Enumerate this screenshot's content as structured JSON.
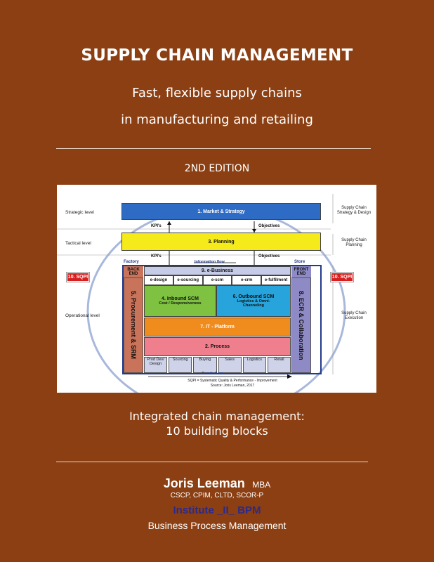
{
  "cover": {
    "title": "SUPPLY CHAIN MANAGEMENT",
    "subtitle_line1": "Fast, flexible supply chains",
    "subtitle_line2": "in manufacturing and retailing",
    "edition": "2ND EDITION",
    "caption_line1": "Integrated chain management:",
    "caption_line2": "10 building blocks",
    "author_name": "Joris Leeman",
    "author_degree": "MBA",
    "certifications": "CSCP, CPIM, CLTD, SCOR-P",
    "institute": "Institute _II_ BPM",
    "institute_sub": "Business Process Management"
  },
  "diagram": {
    "levels": {
      "strategic": "Strategic level",
      "tactical": "Tactical level",
      "operational": "Operational level"
    },
    "right_labels": {
      "strategy": "Supply Chain Strategy & Design",
      "planning": "Supply Chain Planning",
      "execution": "Supply Chain Execution"
    },
    "market_strategy": "1. Market & Strategy",
    "planning": "3. Planning",
    "kpis_top": "KPI's",
    "objectives_top": "Objectives",
    "kpis_mid": "KPI's",
    "objectives_mid": "Objectives",
    "factory": "Factory",
    "store": "Store",
    "info_flow": "Information flow",
    "back_end": "BACK END",
    "front_end": "FRONT END",
    "sqpi_left": "10. SQPI",
    "sqpi_right": "10. SQPI",
    "ebusiness": "9. e-Business",
    "e_items": [
      "e-design",
      "e-sourcing",
      "e-scm",
      "e-crm",
      "e-fulfilment"
    ],
    "procurement": "5. Procurement & SRM",
    "ecr": "8. ECR & Collaboration",
    "inbound_title": "4. Inbound SCM",
    "inbound_sub": "Cost / Responsiveness",
    "outbound_title": "6. Outbound SCM",
    "outbound_sub": "Logistics & Omni-Channeling",
    "it_platform": "7. IT - Platform",
    "process": "2. Process",
    "process_steps": [
      "Prod Dev/ Design",
      "Sourcing",
      "Buying",
      "Sales",
      "Logistics",
      "Retail"
    ],
    "goods_flow": "Goods flow",
    "footnote1": "SQPI = Systematic Quality & Performance - Improvement",
    "footnote2": "Source: Joris Leeman, 2017"
  }
}
